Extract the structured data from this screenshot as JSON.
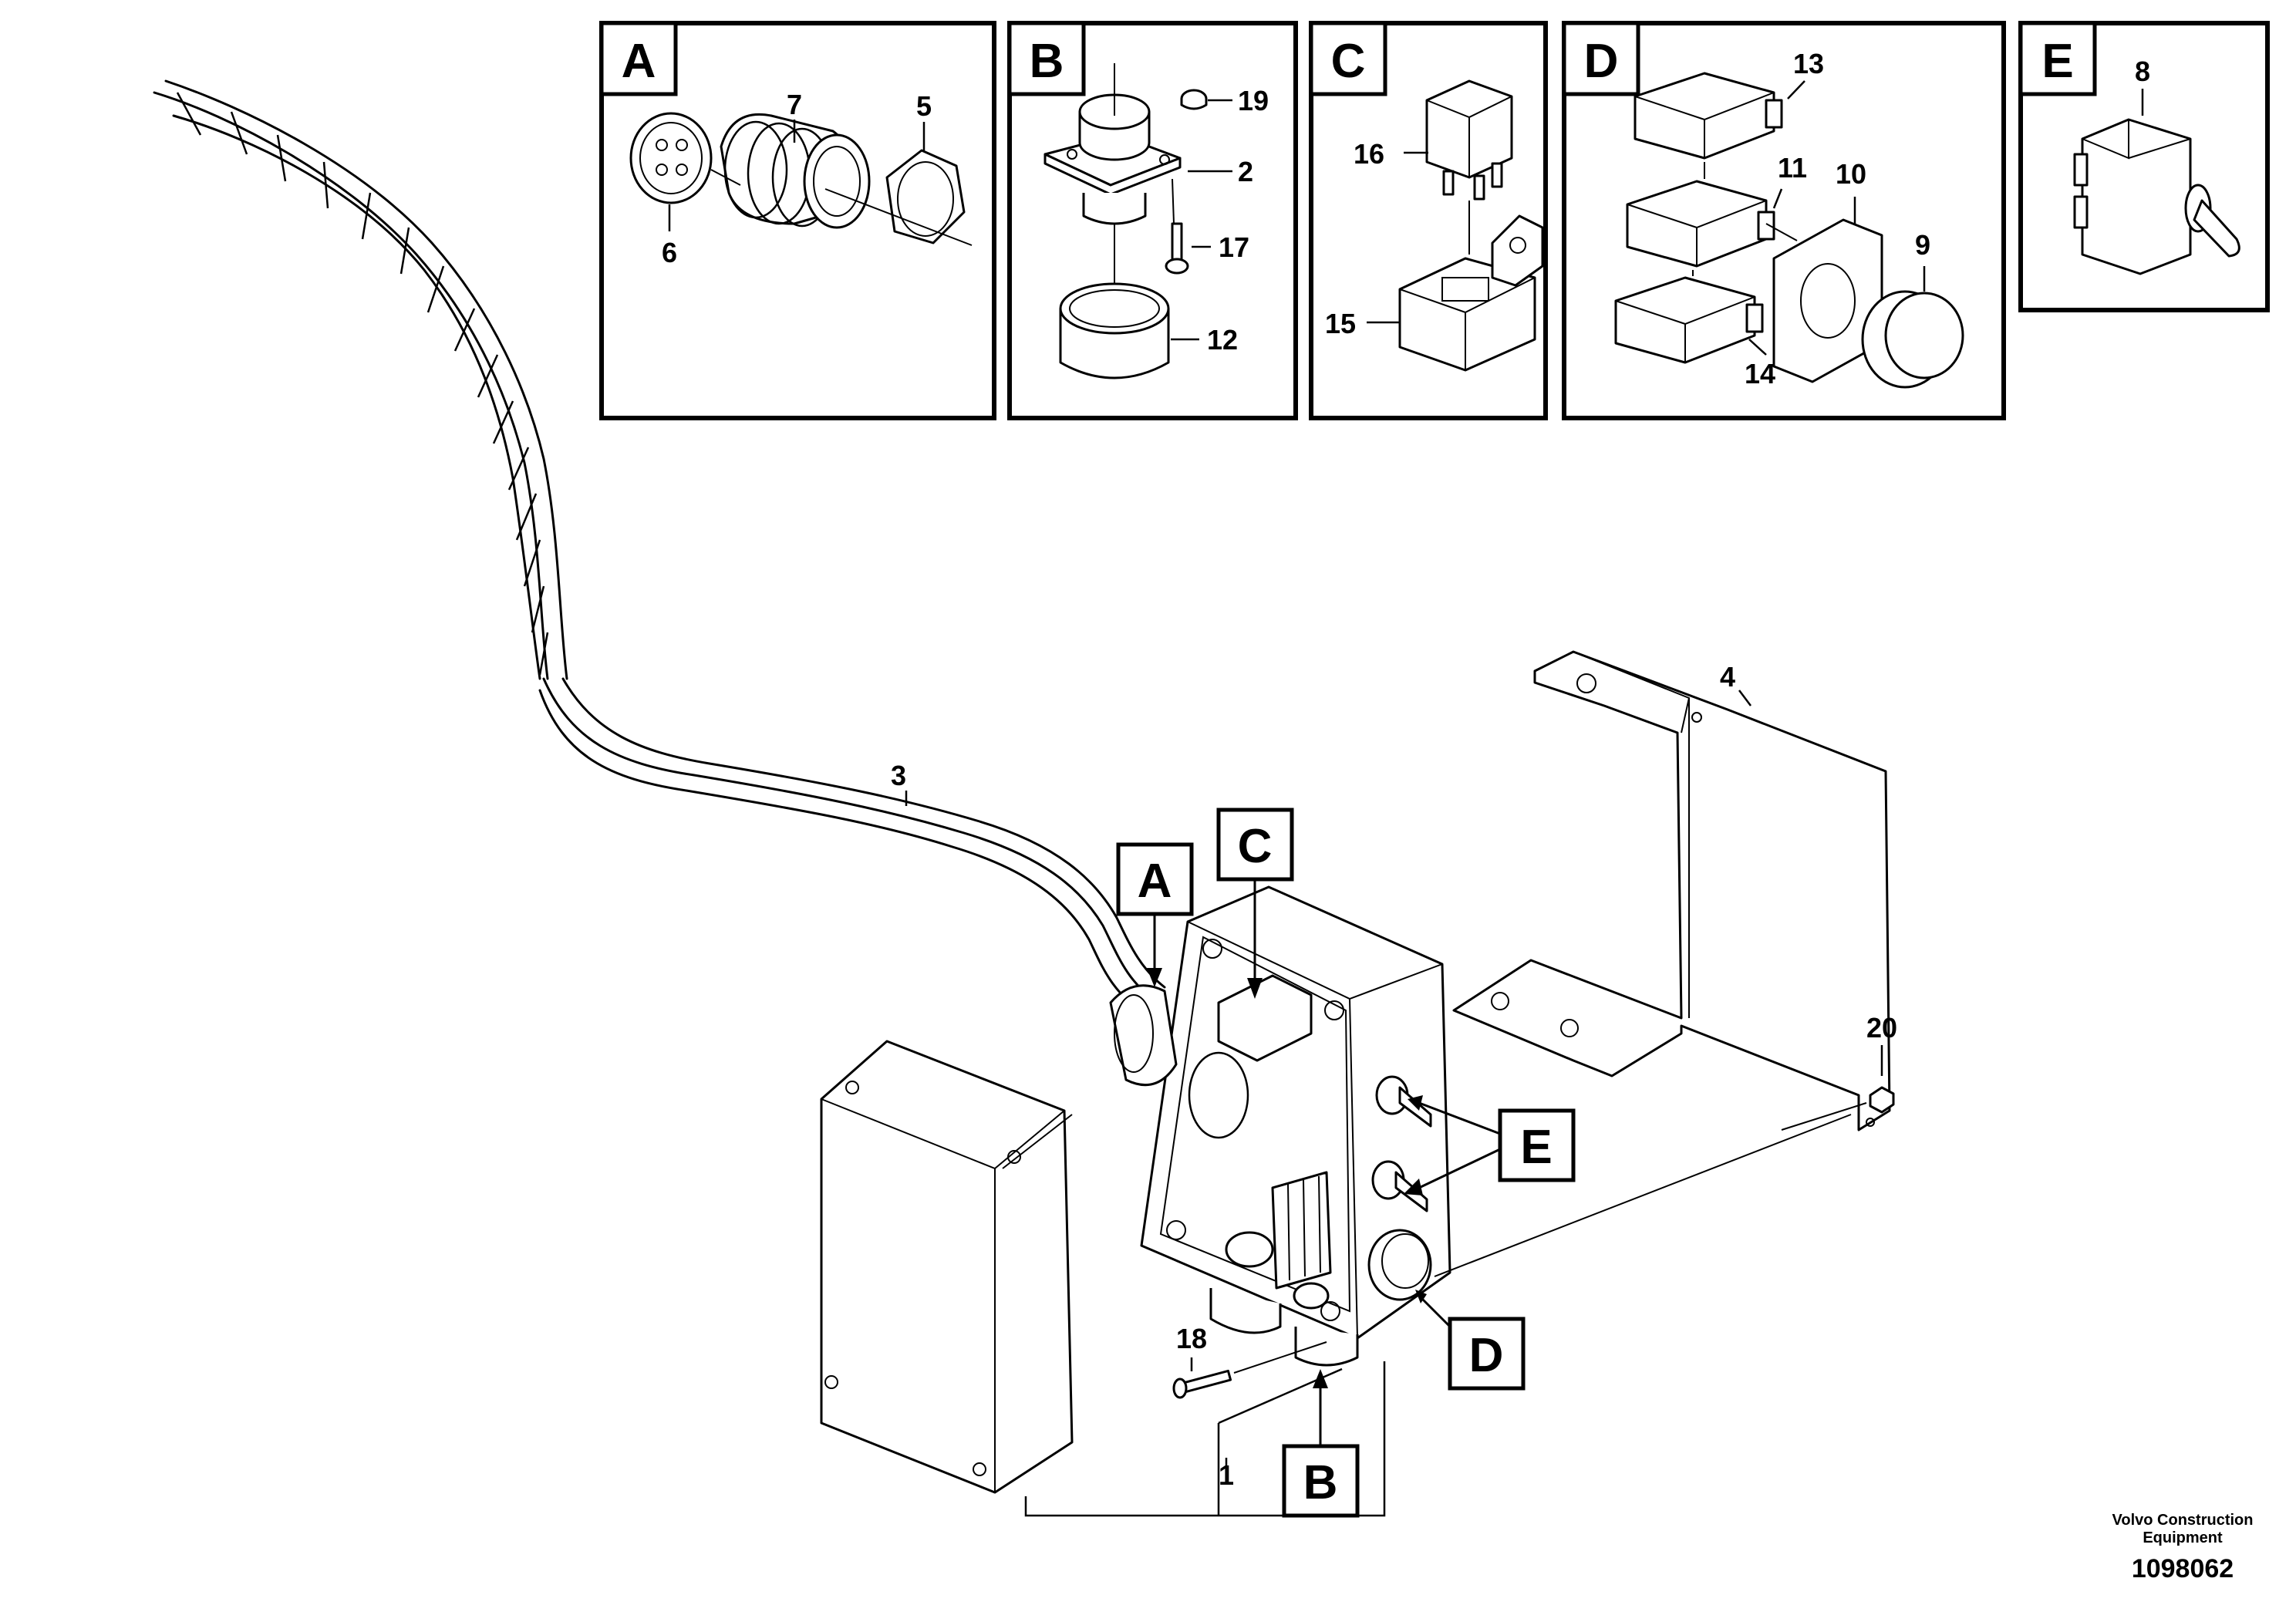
{
  "detail_views": [
    {
      "letter": "A",
      "callouts": [
        "7",
        "5",
        "6"
      ]
    },
    {
      "letter": "B",
      "callouts": [
        "19",
        "2",
        "17",
        "12"
      ]
    },
    {
      "letter": "C",
      "callouts": [
        "16",
        "15"
      ]
    },
    {
      "letter": "D",
      "callouts": [
        "13",
        "11",
        "10",
        "9",
        "14"
      ]
    },
    {
      "letter": "E",
      "callouts": [
        "8"
      ]
    }
  ],
  "main_callouts": {
    "c1": "1",
    "c3": "3",
    "c4": "4",
    "c18": "18",
    "c20": "20"
  },
  "main_tags": {
    "A": "A",
    "B": "B",
    "C": "C",
    "D": "D",
    "E": "E"
  },
  "footer": {
    "brand_line1": "Volvo Construction",
    "brand_line2": "Equipment",
    "doc_number": "1098062"
  }
}
